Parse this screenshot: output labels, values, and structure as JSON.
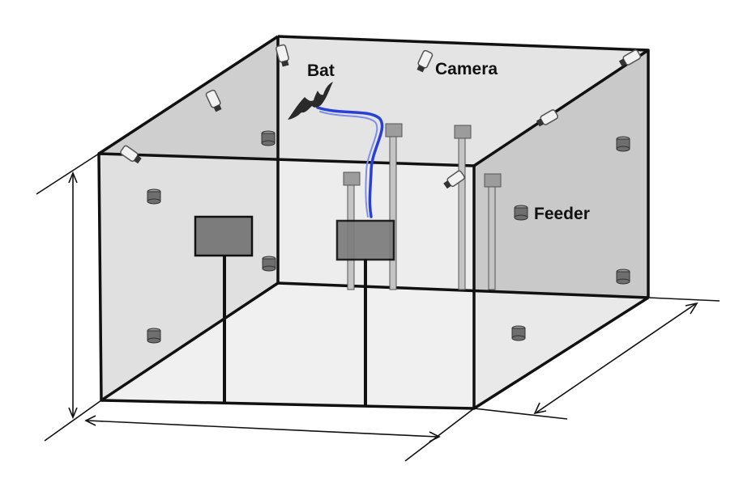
{
  "labels": {
    "bat": "Bat",
    "camera": "Camera",
    "feeder": "Feeder"
  },
  "colors": {
    "frame": "#111111",
    "wall": "#d6d6d6",
    "wall_front": "#cfcfcf",
    "floor": "#e6e6e6",
    "feeder": "#6e6e6e",
    "panel": "#7a7a7a",
    "pole": "#c8c8c8",
    "flight_path": "#2a3fd6"
  },
  "icons": {
    "bat": "bat-silhouette-icon",
    "camera": "camera-icon",
    "feeder": "feeder-cylinder-icon"
  }
}
